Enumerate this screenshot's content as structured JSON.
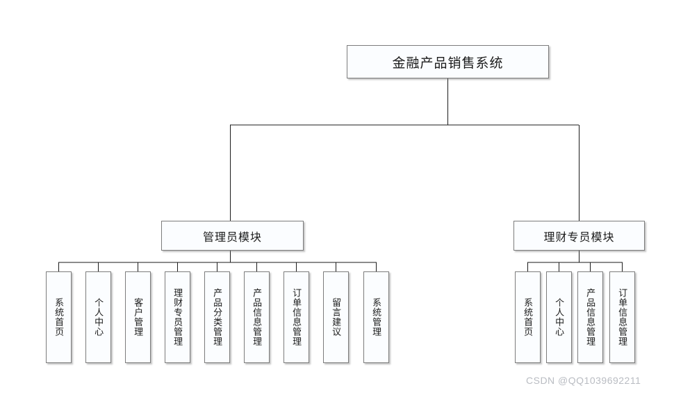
{
  "diagram": {
    "title": "金融产品销售系统",
    "root": {
      "label": "金融产品销售系统"
    },
    "modules": [
      {
        "label": "管理员模块"
      },
      {
        "label": "理财专员模块"
      }
    ],
    "admin_leaves": [
      {
        "label": "系统首页"
      },
      {
        "label": "个人中心"
      },
      {
        "label": "客户管理"
      },
      {
        "label": "理财专员管理"
      },
      {
        "label": "产品分类管理"
      },
      {
        "label": "产品信息管理"
      },
      {
        "label": "订单信息管理"
      },
      {
        "label": "留言建议"
      },
      {
        "label": "系统管理"
      }
    ],
    "advisor_leaves": [
      {
        "label": "系统首页"
      },
      {
        "label": "个人中心"
      },
      {
        "label": "产品信息管理"
      },
      {
        "label": "订单信息管理"
      }
    ]
  },
  "watermark": {
    "text": "CSDN @QQ1039692211"
  },
  "colors": {
    "node_fill": "#fbfdff",
    "node_border": "#7c7c7c",
    "wire": "#1a1a1a",
    "text": "#1a1a1a",
    "watermark": "#b9bcc2",
    "background": "#ffffff"
  }
}
